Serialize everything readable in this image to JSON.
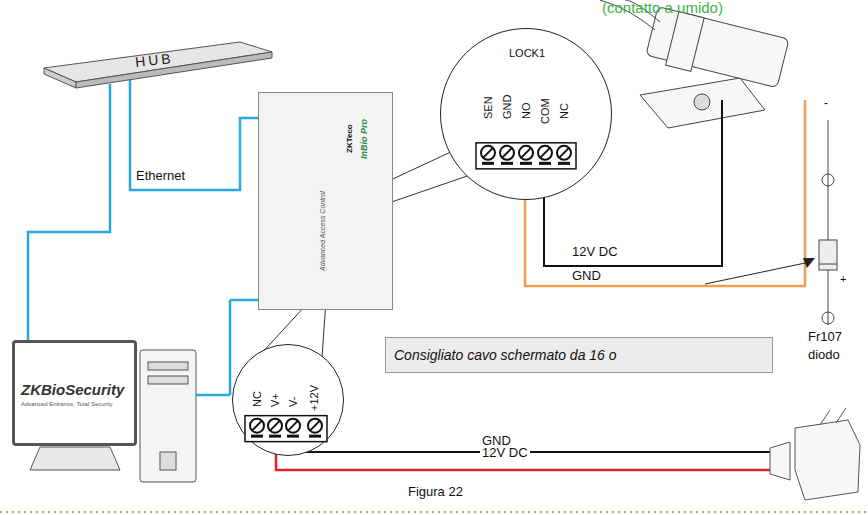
{
  "diagram": {
    "caption": "Figura 22",
    "nodes": [
      {
        "text": [
          "HUB"
        ]
      },
      {
        "text": [
          "ZKTeco",
          "InBio Pro",
          "Advanced Access Control"
        ]
      },
      {
        "text": [
          "ZKBioSecurity",
          "Advanced Entrance, Total Security"
        ]
      },
      {
        "text": [
          "LOCK1",
          "SEN",
          "GND",
          "NO",
          "COM",
          "NC"
        ]
      },
      {
        "text": [
          "NC",
          "V+",
          "V-",
          "+12V"
        ]
      },
      {
        "text": [
          "Consigliato cavo schermato da 16 o"
        ]
      }
    ],
    "edges": [
      {
        "from": 0,
        "to": 1,
        "arrow": "none",
        "label": "Ethernet"
      },
      {
        "from": 0,
        "to": 2,
        "arrow": "none"
      }
    ],
    "labels": [
      "(contatto a umido)",
      "12V DC",
      "GND",
      "-",
      "+",
      "Fr107",
      "diodo",
      "GND",
      "12V DC"
    ]
  }
}
